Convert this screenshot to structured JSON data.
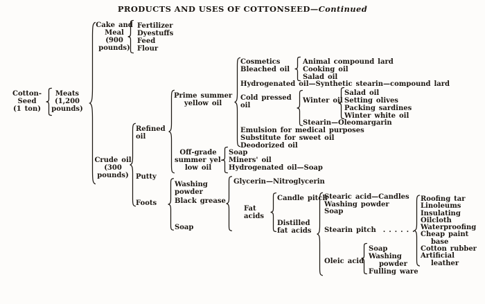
{
  "title": {
    "main": "PRODUCTS AND USES OF COTTONSEED—",
    "continued": "Continued"
  },
  "tree": {
    "cotton_seed": {
      "label": "Cotton-\nSeed\n(1 ton)"
    },
    "meats": {
      "label": "Meats\n(1,200\npounds)"
    },
    "cake_meal": {
      "label": "Cake and\nMeal\n(900\npounds)",
      "uses": [
        "Fertilizer",
        "Dyestuffs",
        "Feed",
        "Flour"
      ]
    },
    "crude_oil": {
      "label": "Crude oil\n(300\npounds)"
    },
    "refined_oil": {
      "label": "Refined\noil"
    },
    "putty": {
      "label": "Putty"
    },
    "foots": {
      "label": "Foots"
    },
    "prime": {
      "label": "Prime summer\nyellow oil",
      "cosmetics": "Cosmetics",
      "bleached_oil": {
        "label": "Bleached oil",
        "uses": [
          "Animal compound lard",
          "Cooking oil",
          "Salad oil"
        ]
      },
      "hydrogenated": "Hydrogenated oil—Synthetic stearin—compound lard",
      "cold_pressed": {
        "label": "Cold pressed\noil",
        "winter_oil": {
          "label": "Winter oil",
          "uses": [
            "Salad oil",
            "Setting olives",
            "Packing sardines",
            "Winter white oil"
          ]
        },
        "stearin": "Stearin—Oleomargarin"
      },
      "emulsion": "Emulsion for medical purposes",
      "substitute": "Substitute for sweet oil",
      "deodorized": "Deodorized oil"
    },
    "off_grade": {
      "label": "Off-grade\nsummer yel-\nlow oil",
      "uses": [
        "Soap",
        "Miners' oil",
        "Hydrogenated oil—Soap"
      ]
    },
    "foots_branch": {
      "washing_powder": "Washing\npowder",
      "soap": "Soap",
      "black_grease": {
        "label": "Black grease",
        "glycerin": "Glycerin—Nitroglycerin",
        "fat_acids": {
          "label": "Fat\nacids",
          "candle_pitch": "Candle pitch",
          "distilled": {
            "label": "Distilled\nfat acids",
            "stearic": "Stearic acid—Candles",
            "washing_powder": "Washing powder",
            "soap": "Soap",
            "stearin_pitch": {
              "label": "Stearin pitch  . . . . . .",
              "uses": [
                "Roofing tar",
                "Linoleums",
                "Insulating",
                "Oilcloth",
                "Waterproofing",
                "Cheap paint\n   base",
                "Cotton rubber",
                "Artificial\n   leather"
              ]
            },
            "oleic_acid": {
              "label": "Oleic acid",
              "uses": [
                "Soap",
                "Washing\n   powder",
                "Fulling ware"
              ]
            }
          }
        }
      }
    }
  }
}
